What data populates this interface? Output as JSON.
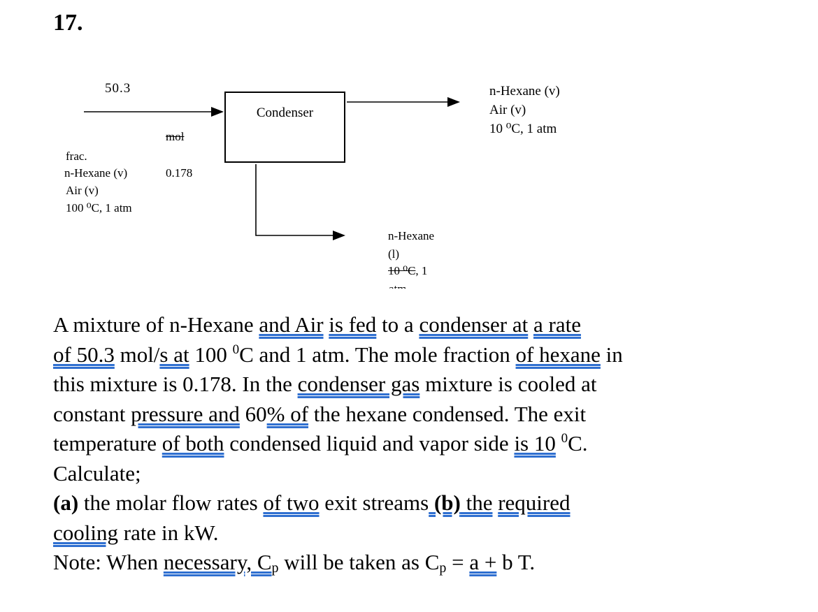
{
  "problem_number": "17.",
  "diagram": {
    "feed": {
      "flow": "50.3",
      "unit": "mol",
      "frac_label": "frac.",
      "species1": "n-Hexane (v)",
      "fraction": "0.178",
      "species2": "Air (v)",
      "conditions": "100 ⁰C, 1 atm"
    },
    "unit_label": "Condenser",
    "vapor_out": {
      "species1": "n-Hexane (v)",
      "species2": "Air (v)",
      "conditions": "10 ⁰C, 1 atm"
    },
    "liquid_out": {
      "species": "n-Hexane",
      "phase": "(l)",
      "conditions_strike": "10 ⁰C",
      "conditions_rest": ", 1",
      "cut_text": "atm"
    }
  },
  "paragraph": {
    "l1_a": "A mixture   of  n-Hexane   ",
    "l1_b": "and Air",
    "l1_c": "   ",
    "l1_d": "is fed",
    "l1_e": " to a ",
    "l1_f": "condenser at",
    "l1_g": " ",
    "l1_h": "a  rate",
    "l2_a": "of 50.3",
    "l2_b": " mol/",
    "l2_c": "s  at",
    "l2_d": "  100 ",
    "l2_sup": "0",
    "l2_e": "C   and 1 atm. The mole fraction ",
    "l2_f": "of  hexane",
    "l2_g": " in",
    "l3_a": "this mixture is 0.178.  In the ",
    "l3_b": "condenser  gas",
    "l3_c": " mixture is cooled   at",
    "l4_a": "constant ",
    "l4_b": "pressure  and",
    "l4_c": "  60",
    "l4_d": "%  of",
    "l4_e": "  the hexane condensed.   The exit",
    "l5_a": "temperature ",
    "l5_b": "of  both",
    "l5_c": " condensed liquid   and vapor side ",
    "l5_d": "is  10",
    "l5_e": "  ",
    "l5_sup": "0",
    "l5_f": "C.",
    "l6": "Calculate;",
    "l7_a": "(a)",
    "l7_b": " the molar flow   rates ",
    "l7_c": "of  two",
    "l7_d": "  exit streams",
    "l7_e": "  (b)",
    "l7_f": "  the",
    "l7_g": " ",
    "l7_h": "required  ",
    "l8_a": "cooling",
    "l8_b": "  rate in kW.",
    "l9_a": "Note: When ",
    "l9_b": "necessary,  C",
    "l9_sub": "p",
    "l9_c": " will be taken as   C",
    "l9_sub2": "p",
    "l9_d": " = ",
    "l9_e": "a  +",
    "l9_f": "  b T."
  }
}
